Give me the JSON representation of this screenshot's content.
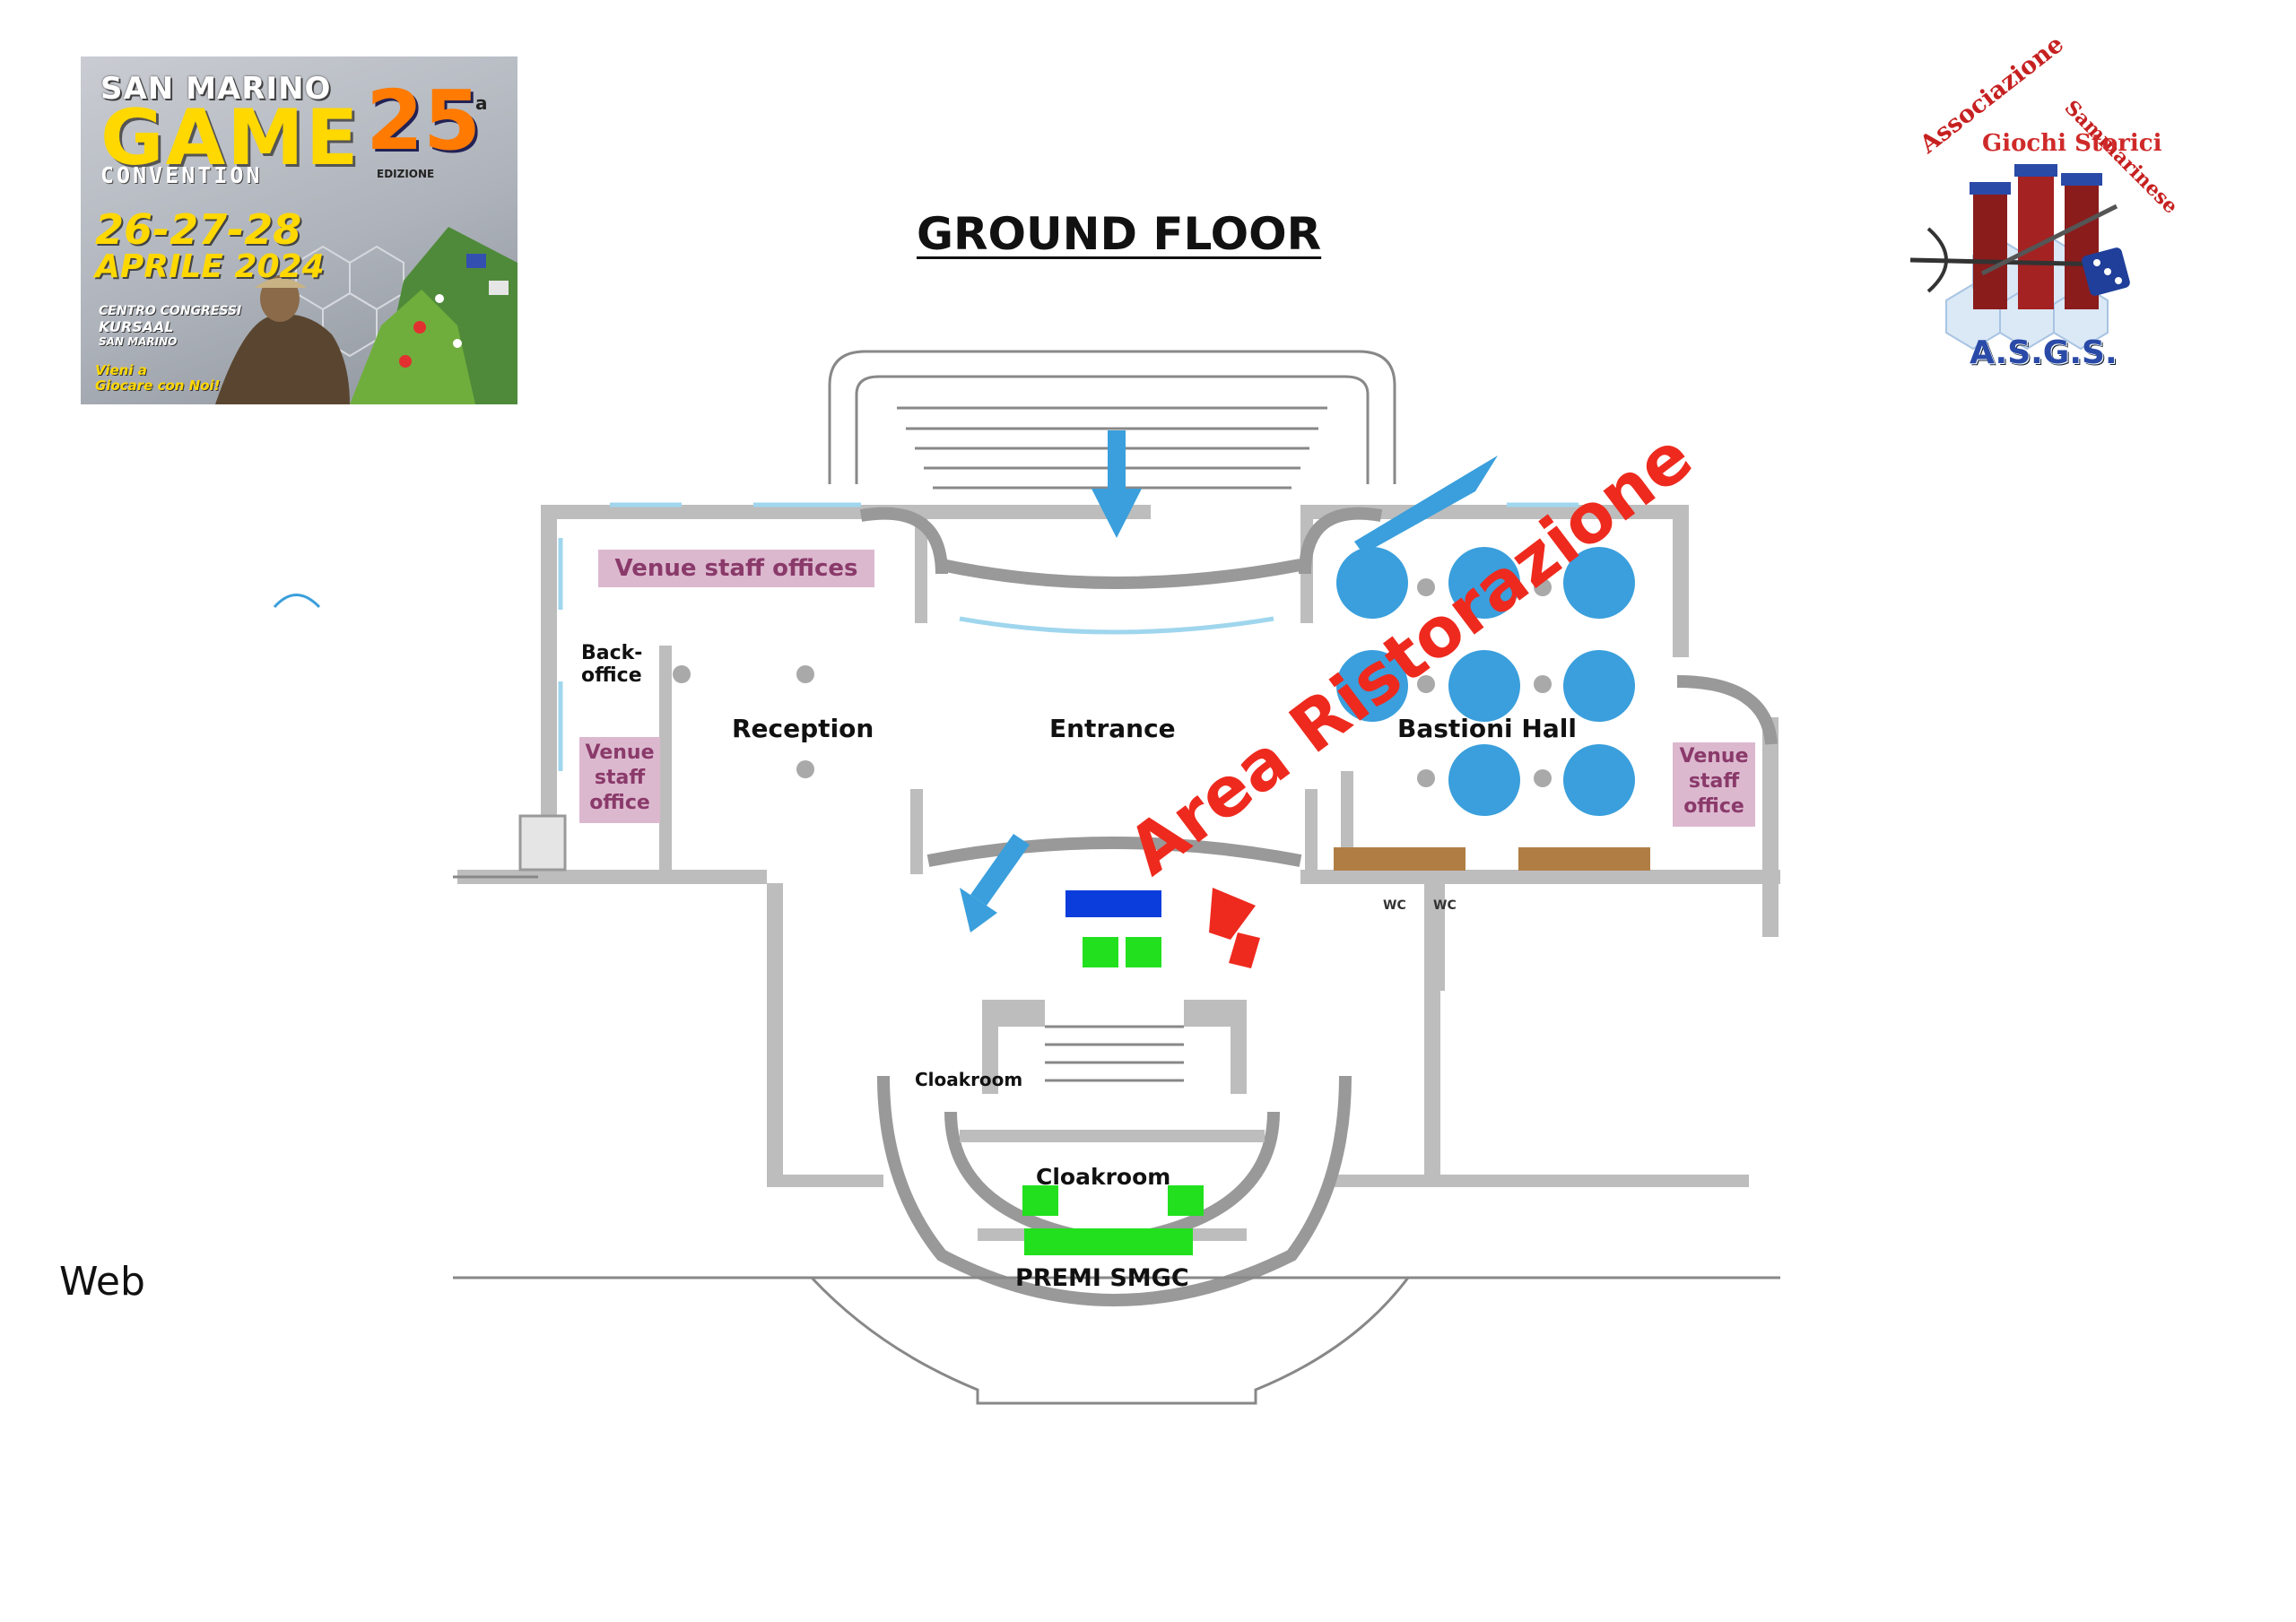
{
  "poster": {
    "line1": "SAN MARINO",
    "line2": "GAME",
    "line3": "CONVENTION",
    "edition_number": "25",
    "edition_suffix": "a",
    "edition_word": "EDIZIONE",
    "dates": "26-27-28",
    "month_year": "APRILE 2024",
    "venue_line1": "CENTRO CONGRESSI",
    "venue_line2": "KURSAAL",
    "venue_line3": "SAN MARINO",
    "slogan_line1": "Vieni a",
    "slogan_line2": "Giocare con Noi!"
  },
  "association_logo": {
    "word1": "Associazione",
    "word2": "Sammarinese",
    "word3": "Giochi Storici",
    "acronym": "A.S.G.S."
  },
  "map": {
    "title": "GROUND FLOOR",
    "rooms": {
      "venue_staff_offices": "Venue staff offices",
      "back_office_1": "Back-",
      "back_office_2": "office",
      "venue_staff_office_left_1": "Venue",
      "venue_staff_office_left_2": "staff",
      "venue_staff_office_left_3": "office",
      "reception": "Reception",
      "entrance": "Entrance",
      "bastioni_hall": "Bastioni Hall",
      "venue_staff_office_right_1": "Venue",
      "venue_staff_office_right_2": "staff",
      "venue_staff_office_right_3": "office",
      "wc1": "WC",
      "wc2": "WC",
      "cloakroom_upper": "Cloakroom",
      "cloakroom_lower": "Cloakroom",
      "premi": "PREMI SMGC"
    },
    "overlay_label": "Area Ristorazione",
    "colors": {
      "arrow_blue": "#3a9fdc",
      "arrow_red": "#ee2a1e",
      "table_blue": "#3a9fdc",
      "desk_blue": "#0a3ddc",
      "desk_green": "#22e01e",
      "counter_brown": "#b07e44",
      "pink_room": "#dcb8cf"
    }
  },
  "web_label": "Web"
}
